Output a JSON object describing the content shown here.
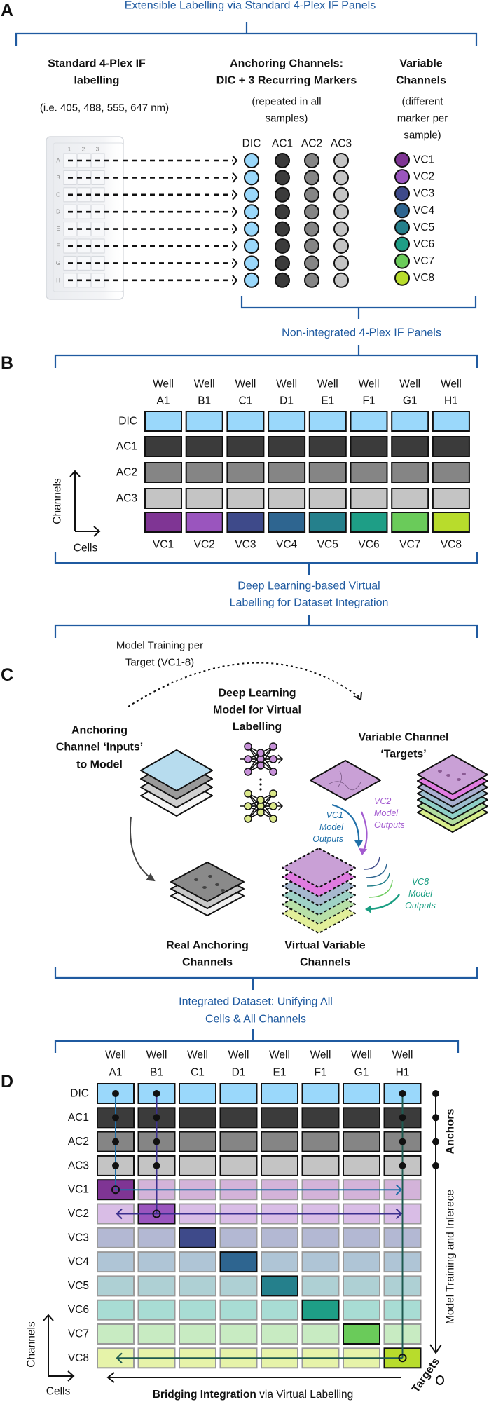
{
  "panel_a": {
    "letter": "A",
    "title": "Extensible Labelling via Standard 4-Plex IF Panels",
    "plate_heading": [
      "Standard 4-Plex IF",
      "labelling"
    ],
    "plate_sub": "(i.e. 405, 488, 555, 647 nm)",
    "anchor_heading": [
      "Anchoring Channels:",
      "DIC + 3 Recurring Markers"
    ],
    "anchor_sub": [
      "(repeated in all",
      "samples)"
    ],
    "variable_heading": [
      "Variable",
      "Channels"
    ],
    "variable_sub": [
      "(different",
      "marker per",
      "sample)"
    ],
    "plate_rows": [
      "A",
      "B",
      "C",
      "D",
      "E",
      "F",
      "G",
      "H"
    ],
    "plate_cols": [
      "1",
      "2",
      "3"
    ],
    "anchor_channels": [
      "DIC",
      "AC1",
      "AC2",
      "AC3"
    ],
    "variable_channels": [
      "VC1",
      "VC2",
      "VC3",
      "VC4",
      "VC5",
      "VC6",
      "VC7",
      "VC8"
    ],
    "footer": "Non-integrated 4-Plex IF Panels"
  },
  "panel_b": {
    "letter": "B",
    "well_word": "Well",
    "wells": [
      "A1",
      "B1",
      "C1",
      "D1",
      "E1",
      "F1",
      "G1",
      "H1"
    ],
    "row_labels": [
      "DIC",
      "AC1",
      "AC2",
      "AC3"
    ],
    "vc_labels": [
      "VC1",
      "VC2",
      "VC3",
      "VC4",
      "VC5",
      "VC6",
      "VC7",
      "VC8"
    ],
    "axis_y": "Channels",
    "axis_x": "Cells",
    "footer": [
      "Deep Learning-based Virtual",
      "Labelling for Dataset Integration"
    ]
  },
  "panel_c": {
    "letter": "C",
    "training_note": [
      "Model Training per",
      "Target (VC1-8)"
    ],
    "model_heading": [
      "Deep Learning",
      "Model for Virtual",
      "Labelling"
    ],
    "inputs_heading": [
      "Anchoring",
      "Channel ‘Inputs’",
      "to Model"
    ],
    "targets_heading": [
      "Variable Channel",
      "‘Targets’"
    ],
    "vc1_outputs": [
      "VC1",
      "Model",
      "Outputs"
    ],
    "vc2_outputs": [
      "VC2",
      "Model",
      "Outputs"
    ],
    "vc8_outputs": [
      "VC8",
      "Model",
      "Outputs"
    ],
    "real_label": [
      "Real Anchoring",
      "Channels"
    ],
    "virtual_label": [
      "Virtual Variable",
      "Channels"
    ],
    "footer": [
      "Integrated Dataset: Unifying All",
      "Cells & All Channels"
    ]
  },
  "panel_d": {
    "letter": "D",
    "well_word": "Well",
    "wells": [
      "A1",
      "B1",
      "C1",
      "D1",
      "E1",
      "F1",
      "G1",
      "H1"
    ],
    "row_labels": [
      "DIC",
      "AC1",
      "AC2",
      "AC3",
      "VC1",
      "VC2",
      "VC3",
      "VC4",
      "VC5",
      "VC6",
      "VC7",
      "VC8"
    ],
    "anchors_label": "Anchors",
    "training_label": "Model Training and Inferece",
    "targets_label": "Targets",
    "bridging_bold": "Bridging Integration",
    "bridging_rest": " via Virtual Labelling",
    "axis_y": "Channels",
    "axis_x": "Cells"
  },
  "colors": {
    "accent_blue": "#1f5aa0",
    "dic": "#9ad8fb",
    "ac1": "#3b3b3b",
    "ac2": "#858585",
    "ac3": "#c4c4c4",
    "vc": [
      "#7f3594",
      "#9a55be",
      "#3e4a8a",
      "#2e6590",
      "#25808c",
      "#1e9e86",
      "#6acb5a",
      "#b8dc2c"
    ],
    "vc_faded": [
      "#d3b3d9",
      "#d9bde6",
      "#b3b8d3",
      "#afc5d6",
      "#aed0d4",
      "#a8dcd4",
      "#c8ebc2",
      "#e6f3a9"
    ],
    "vc1_path": "#1f6fa8",
    "vc2_path": "#3b2f8e",
    "vc8_path": "#1e5a50",
    "vc8_outputs": "#1a9e82",
    "vc2_outputs": "#a35bd0"
  }
}
